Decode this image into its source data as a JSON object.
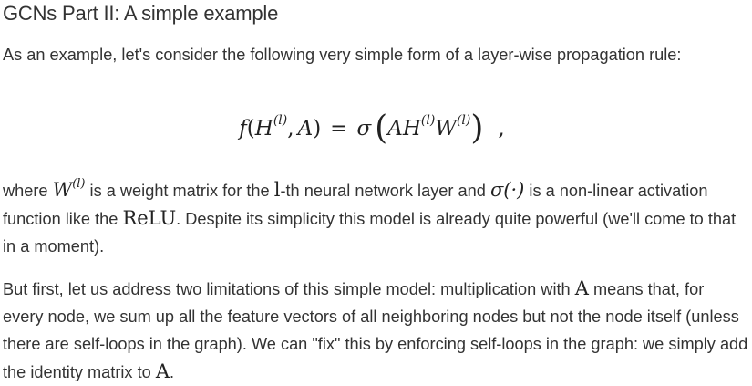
{
  "title": "GCNs Part II: A simple example",
  "paragraph1": "As an example, let's consider the following very simple form of a layer-wise propagation rule:",
  "equation": {
    "f": "f",
    "lparen": "(",
    "H": "H",
    "sup_l": "(l)",
    "comma": ",",
    "A": "A",
    "rparen": ")",
    "equals": "=",
    "sigma": "σ",
    "W": "W",
    "trailing": ","
  },
  "paragraph2": {
    "t1": "where ",
    "m_W": "W",
    "m_sup": "(l)",
    "t2": " is a weight matrix for the ",
    "m_l": "l",
    "t3": "-th neural network layer and ",
    "m_sigma": "σ(·)",
    "t4": " is a non-linear activation function like the ",
    "m_relu": "ReLU",
    "t5": ". Despite its simplicity this model is already quite powerful (we'll come to that in a moment)."
  },
  "paragraph3": {
    "t1": "But first, let us address two limitations of this simple model: multiplication with ",
    "m_A1": "A",
    "t2": " means that, for every node, we sum up all the feature vectors of all neighboring nodes but not the node itself (unless there are self-loops in the graph). We can \"fix\" this by enforcing self-loops in the graph: we simply add the identity matrix to ",
    "m_A2": "A",
    "t3": "."
  }
}
